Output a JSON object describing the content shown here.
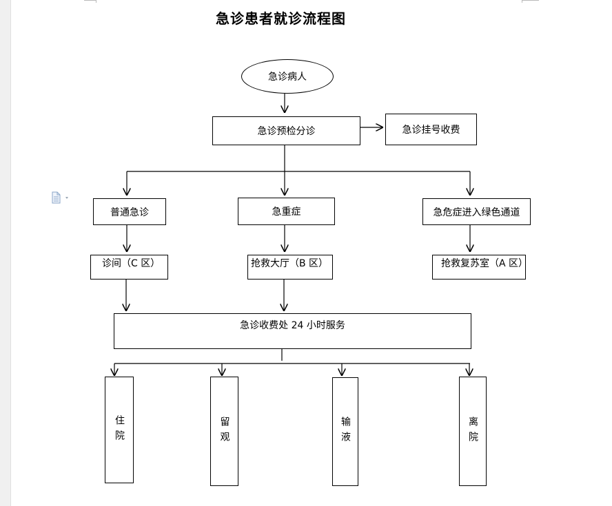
{
  "title": "急诊患者就诊流程图",
  "nodes": {
    "patient": "急诊病人",
    "triage": "急诊预检分诊",
    "registration": "急诊挂号收费",
    "general": "普通急诊",
    "critical": "急重症",
    "green_channel": "急危症进入绿色通道",
    "clinic_c": "诊间（C 区）",
    "rescue_hall_b": "抢救大厅（B 区）",
    "resus_room_a": "抢救复苏室（A 区）",
    "cashier": "急诊收费处 24 小时服务",
    "hospitalize": "住院",
    "observe": "留观",
    "infusion": "输液",
    "discharge": "离院"
  },
  "icons": {
    "document": "document-icon",
    "dropdown": "chevron-down-icon"
  }
}
